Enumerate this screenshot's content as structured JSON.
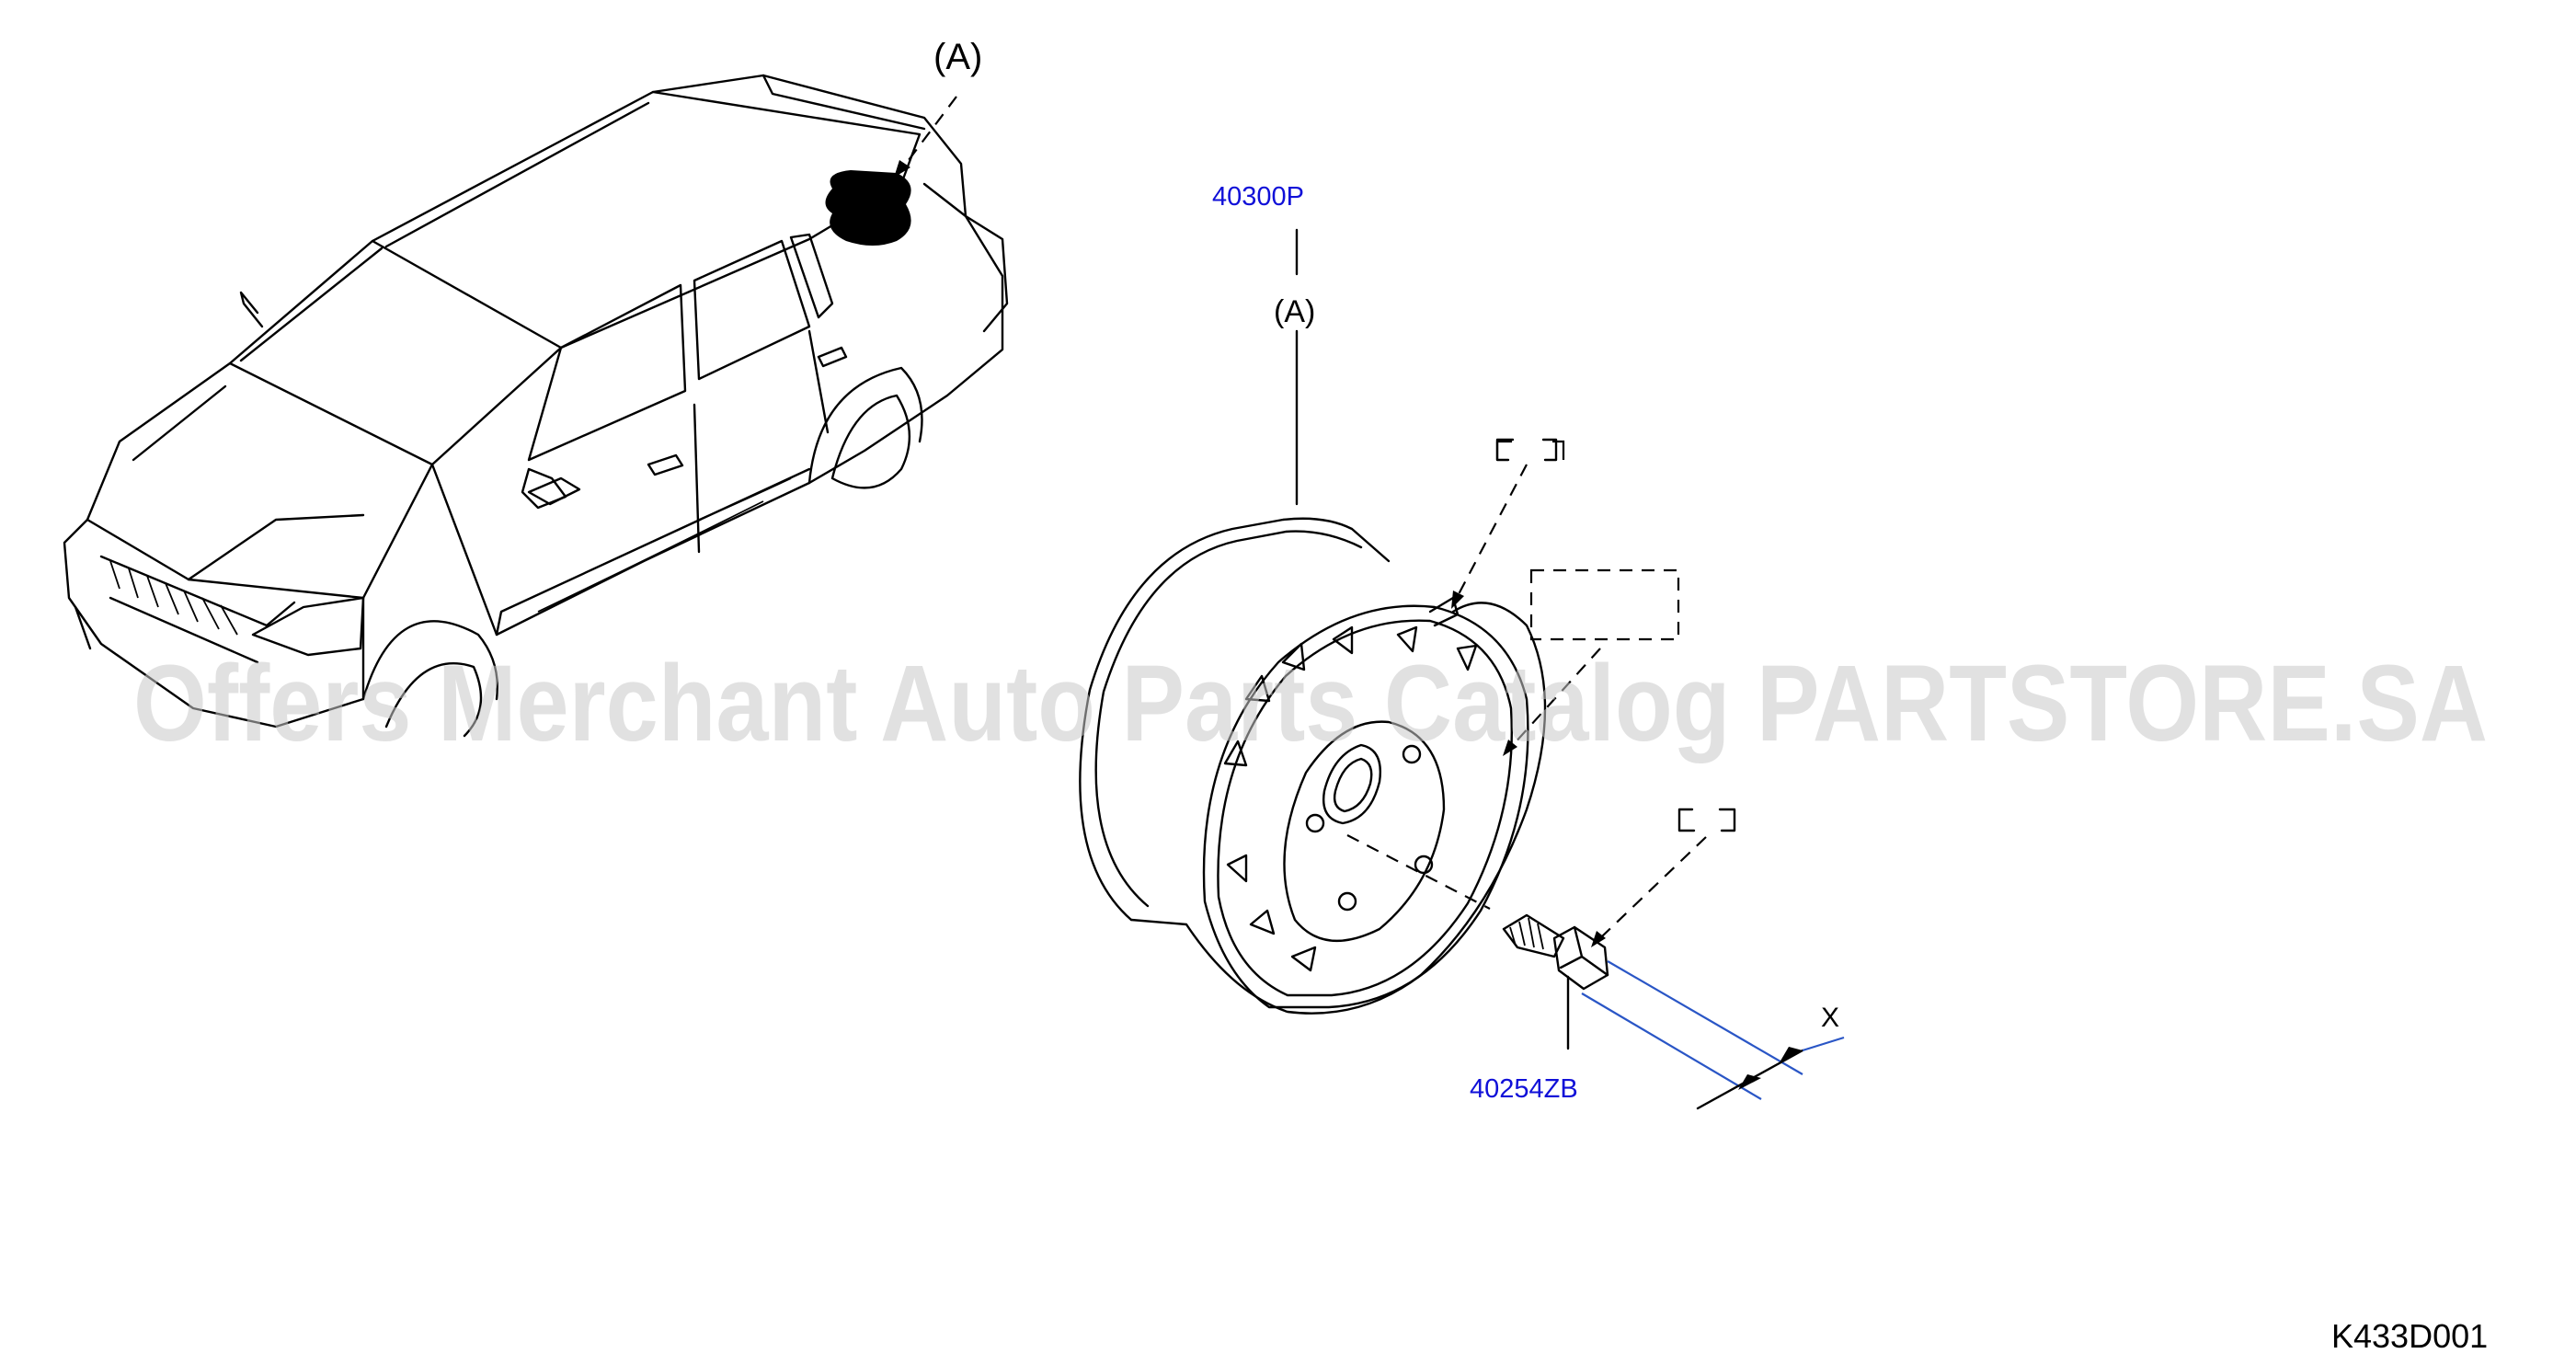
{
  "callouts": {
    "car_location": "(A)",
    "wheel_location": "(A)"
  },
  "parts": {
    "wheel": "40300P",
    "bolt": "40254ZB"
  },
  "dimension_label": "X",
  "diagram_code": "K433D001",
  "watermark": "Offers Merchant Auto Parts Catalog PARTSTORE.SA",
  "colors": {
    "part_label": "#1010d8",
    "dimension_line": "#2a56c6",
    "watermark": "#c9c9c9"
  }
}
